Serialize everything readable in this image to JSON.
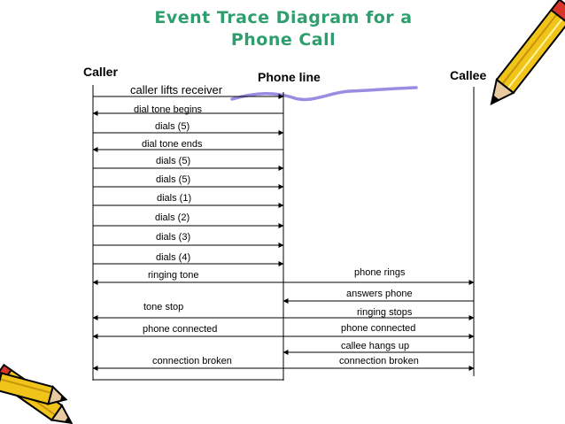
{
  "title": {
    "line1": "Event Trace Diagram for a",
    "line2": "Phone Call"
  },
  "actors": {
    "caller": "Caller",
    "phone_line": "Phone line",
    "callee": "Callee"
  },
  "messages": [
    {
      "id": "m0",
      "text": "caller lifts receiver",
      "from": "caller",
      "to": "phone_line"
    },
    {
      "id": "m1",
      "text": "dial tone begins",
      "from": "phone_line",
      "to": "caller"
    },
    {
      "id": "m2",
      "text": "dials (5)",
      "from": "caller",
      "to": "phone_line"
    },
    {
      "id": "m3",
      "text": "dial tone ends",
      "from": "phone_line",
      "to": "caller"
    },
    {
      "id": "m4",
      "text": "dials (5)",
      "from": "caller",
      "to": "phone_line"
    },
    {
      "id": "m5",
      "text": "dials (5)",
      "from": "caller",
      "to": "phone_line"
    },
    {
      "id": "m6",
      "text": "dials (1)",
      "from": "caller",
      "to": "phone_line"
    },
    {
      "id": "m7",
      "text": "dials (2)",
      "from": "caller",
      "to": "phone_line"
    },
    {
      "id": "m8",
      "text": "dials (3)",
      "from": "caller",
      "to": "phone_line"
    },
    {
      "id": "m9",
      "text": "dials (4)",
      "from": "caller",
      "to": "phone_line"
    },
    {
      "id": "m10",
      "text": "ringing tone",
      "from": "phone_line",
      "to": "caller"
    },
    {
      "id": "m11",
      "text": "phone rings",
      "from": "phone_line",
      "to": "callee"
    },
    {
      "id": "m12",
      "text": "answers phone",
      "from": "callee",
      "to": "phone_line"
    },
    {
      "id": "m13",
      "text": "tone stop",
      "from": "phone_line",
      "to": "caller"
    },
    {
      "id": "m14",
      "text": "ringing stops",
      "from": "phone_line",
      "to": "callee"
    },
    {
      "id": "m15",
      "text": "phone connected",
      "from": "phone_line",
      "to": "caller"
    },
    {
      "id": "m16",
      "text": "phone connected",
      "from": "phone_line",
      "to": "callee"
    },
    {
      "id": "m17",
      "text": "callee hangs up",
      "from": "callee",
      "to": "phone_line"
    },
    {
      "id": "m18",
      "text": "connection broken",
      "from": "phone_line",
      "to": "caller"
    },
    {
      "id": "m19",
      "text": "connection broken",
      "from": "phone_line",
      "to": "callee"
    }
  ],
  "colors": {
    "title": "#2e9e6e",
    "squiggle": "#9a8ce0",
    "pencil_body": "#f0c419",
    "pencil_tip": "#d9342b"
  },
  "decorations": [
    "pencil-icon",
    "squiggle-line"
  ]
}
